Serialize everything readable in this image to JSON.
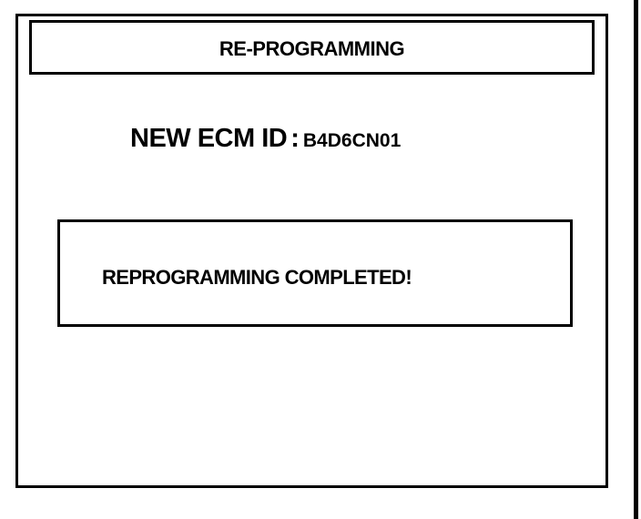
{
  "screen": {
    "title": "RE-PROGRAMMING",
    "ecm_id": {
      "label": "NEW ECM ID",
      "separator": ":",
      "value": "B4D6CN01"
    },
    "message": "REPROGRAMMING COMPLETED!"
  }
}
